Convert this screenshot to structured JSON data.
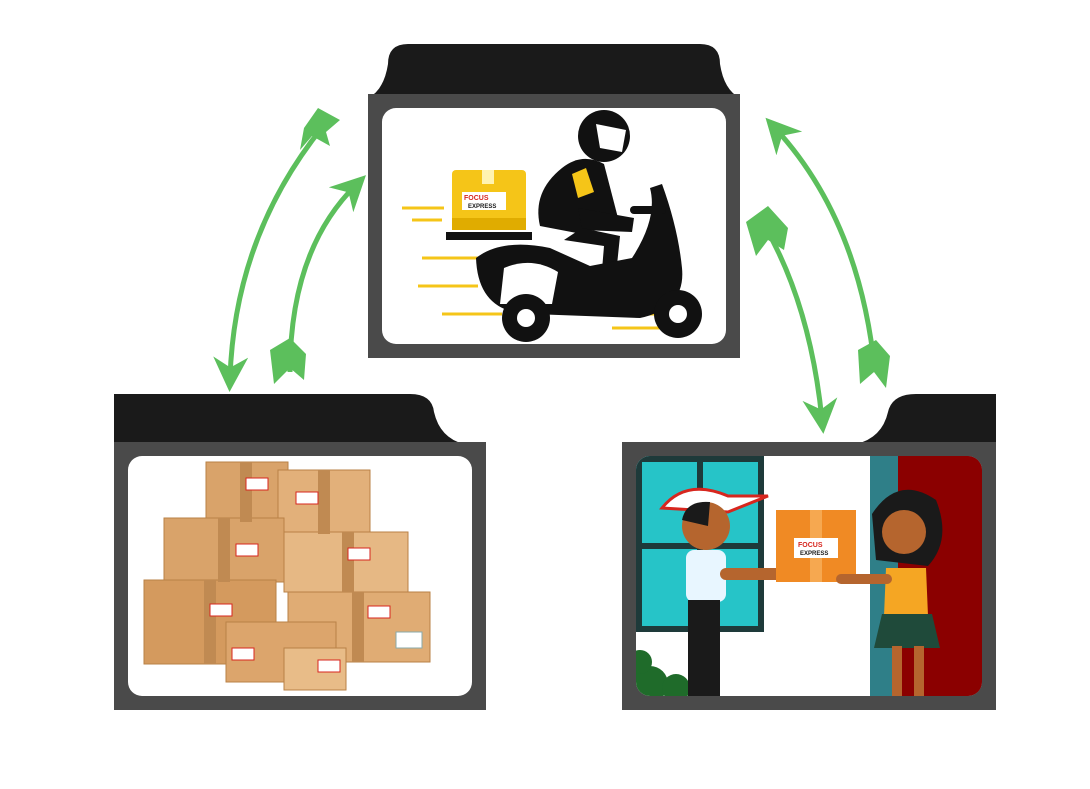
{
  "diagram": {
    "title": "",
    "nodes": [
      {
        "id": "delivery",
        "label": "",
        "image": "courier-on-scooter"
      },
      {
        "id": "warehouse",
        "label": "",
        "image": "stacked-parcels"
      },
      {
        "id": "customer",
        "label": "",
        "image": "parcel-handover"
      }
    ],
    "edges": [
      {
        "from": "warehouse",
        "to": "delivery",
        "style": "curved-arrow",
        "color": "#5cbf5c"
      },
      {
        "from": "delivery",
        "to": "warehouse",
        "style": "curved-arrow",
        "color": "#5cbf5c"
      },
      {
        "from": "delivery",
        "to": "customer",
        "style": "curved-arrow",
        "color": "#5cbf5c"
      },
      {
        "from": "customer",
        "to": "delivery",
        "style": "curved-arrow",
        "color": "#5cbf5c"
      }
    ]
  },
  "brand": {
    "logo_line1": "FOCUS",
    "logo_line2": "EXPRESS"
  },
  "colors": {
    "frame": "#4a4a4a",
    "tab": "#1a1a1a",
    "arrow": "#5cbf5c",
    "box": "#d9a36a",
    "delivery_box": "#f5c518",
    "window": "#26c4c8"
  }
}
